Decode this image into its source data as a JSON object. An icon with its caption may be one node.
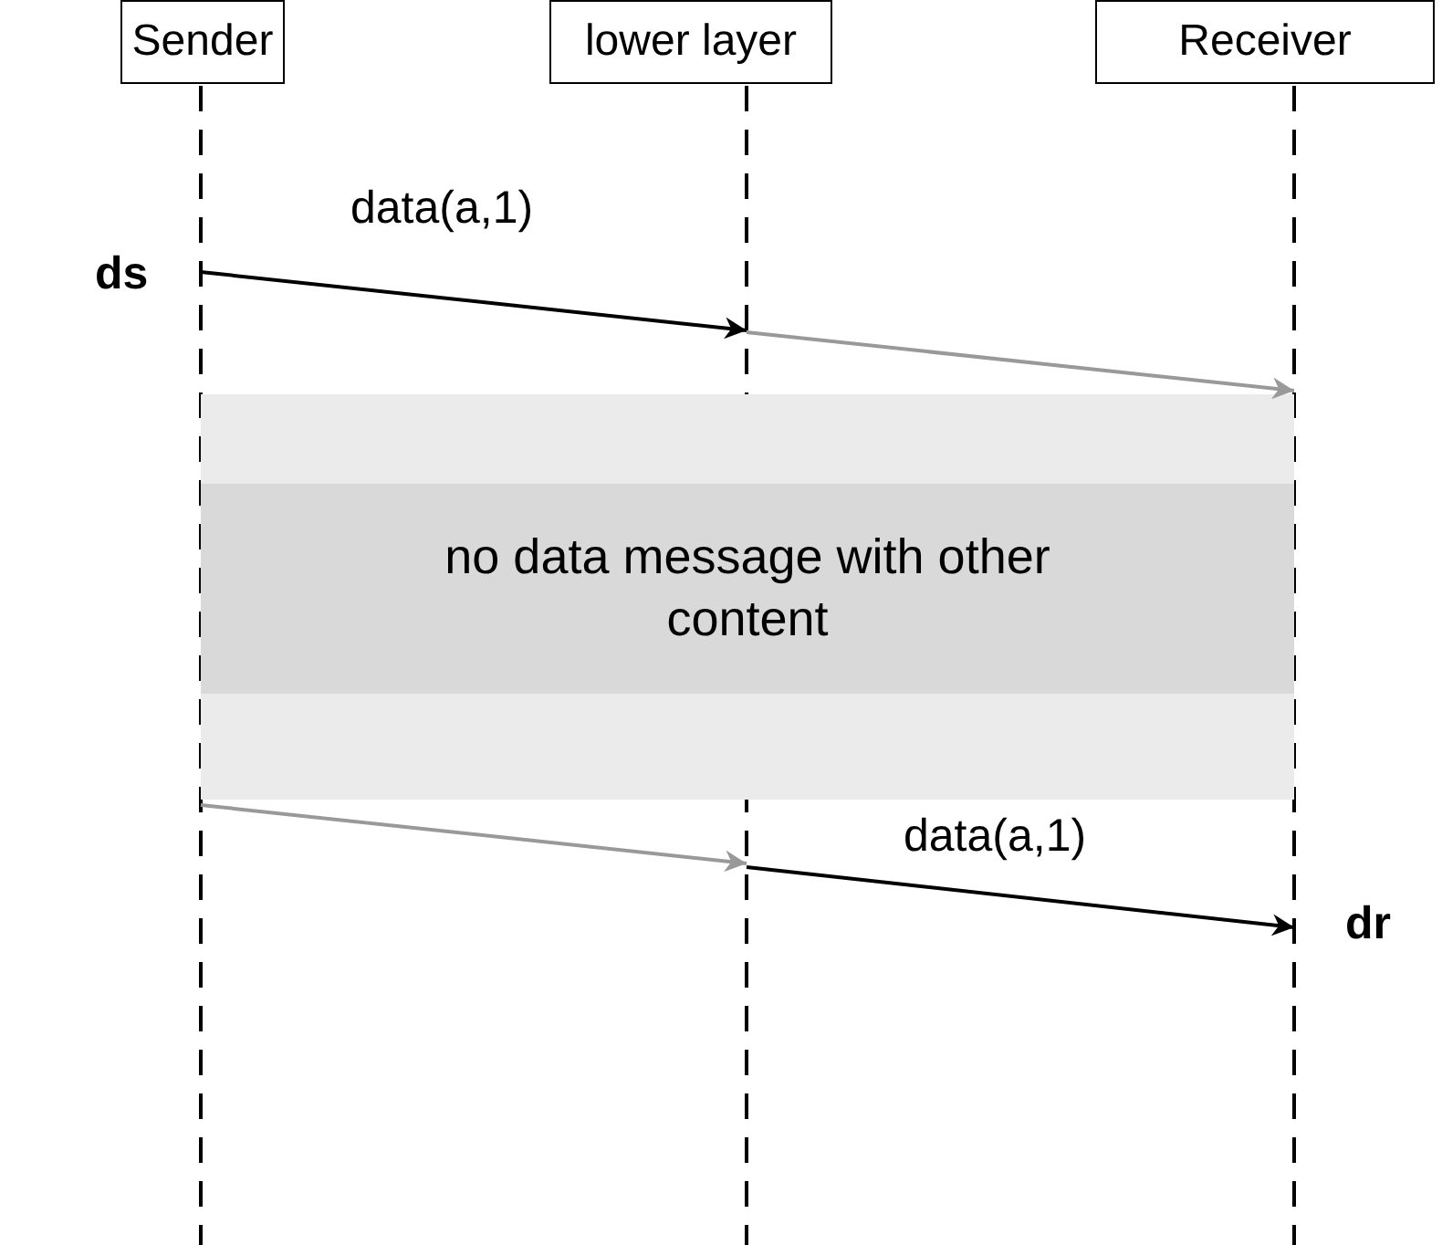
{
  "diagram": {
    "nodes": [
      {
        "text": [
          "Sender"
        ]
      },
      {
        "text": [
          "lower layer"
        ]
      },
      {
        "text": [
          "Receiver"
        ]
      },
      {
        "text": [],
        "shape": "box"
      },
      {
        "text": [
          "no data message with other content"
        ],
        "in": 3
      }
    ],
    "edges": [
      {
        "from": 0,
        "to": 1,
        "arrow": "to",
        "label": "data(a,1)"
      },
      {
        "from": 1,
        "to": 2,
        "arrow": "to",
        "color": "#999999"
      },
      {
        "from": 0,
        "to": 1,
        "arrow": "to",
        "color": "#999999"
      },
      {
        "from": 1,
        "to": 2,
        "arrow": "to",
        "label": "data(a,1)"
      }
    ],
    "labels": [
      "ds",
      "dr"
    ]
  }
}
